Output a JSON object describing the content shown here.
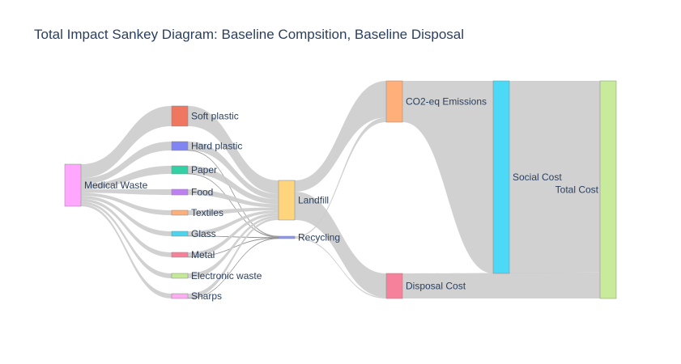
{
  "title": "Total Impact Sankey Diagram: Baseline Compsition, Baseline Disposal",
  "nodes": [
    {
      "id": "medical_waste",
      "label": "Medical Waste",
      "color": "#ffa6ff"
    },
    {
      "id": "soft_plastic",
      "label": "Soft plastic",
      "color": "#f0775f"
    },
    {
      "id": "hard_plastic",
      "label": "Hard plastic",
      "color": "#8085f2"
    },
    {
      "id": "paper",
      "label": "Paper",
      "color": "#33d0a3"
    },
    {
      "id": "food",
      "label": "Food",
      "color": "#bd80f2"
    },
    {
      "id": "textiles",
      "label": "Textiles",
      "color": "#ffb07a"
    },
    {
      "id": "glass",
      "label": "Glass",
      "color": "#4bd4ee"
    },
    {
      "id": "metal",
      "label": "Metal",
      "color": "#f5829a"
    },
    {
      "id": "electronic_waste",
      "label": "Electronic waste",
      "color": "#c4ea98"
    },
    {
      "id": "sharps",
      "label": "Sharps",
      "color": "#fdadf2"
    },
    {
      "id": "landfill",
      "label": "Landfill",
      "color": "#fed47d"
    },
    {
      "id": "recycling",
      "label": "Recycling",
      "color": "#8d96f0"
    },
    {
      "id": "co2_emissions",
      "label": "CO2-eq Emissions",
      "color": "#ffb07a"
    },
    {
      "id": "disposal_cost",
      "label": "Disposal Cost",
      "color": "#f5829a"
    },
    {
      "id": "social_cost",
      "label": "Social Cost",
      "color": "#4bd9f5"
    },
    {
      "id": "total_cost",
      "label": "Total Cost",
      "color": "#c7eb9b"
    }
  ],
  "links": [
    {
      "source": "medical_waste",
      "target": "soft_plastic",
      "value": 24
    },
    {
      "source": "medical_waste",
      "target": "hard_plastic",
      "value": 10
    },
    {
      "source": "medical_waste",
      "target": "paper",
      "value": 9
    },
    {
      "source": "medical_waste",
      "target": "food",
      "value": 6
    },
    {
      "source": "medical_waste",
      "target": "textiles",
      "value": 5
    },
    {
      "source": "medical_waste",
      "target": "glass",
      "value": 5
    },
    {
      "source": "medical_waste",
      "target": "metal",
      "value": 5
    },
    {
      "source": "medical_waste",
      "target": "electronic_waste",
      "value": 4
    },
    {
      "source": "medical_waste",
      "target": "sharps",
      "value": 4
    },
    {
      "source": "soft_plastic",
      "target": "landfill",
      "value": 24
    },
    {
      "source": "hard_plastic",
      "target": "landfill",
      "value": 9.7
    },
    {
      "source": "hard_plastic",
      "target": "recycling",
      "value": 0.3
    },
    {
      "source": "paper",
      "target": "landfill",
      "value": 8.7
    },
    {
      "source": "paper",
      "target": "recycling",
      "value": 0.3
    },
    {
      "source": "food",
      "target": "landfill",
      "value": 6
    },
    {
      "source": "textiles",
      "target": "landfill",
      "value": 5
    },
    {
      "source": "glass",
      "target": "landfill",
      "value": 4.8
    },
    {
      "source": "glass",
      "target": "recycling",
      "value": 0.2
    },
    {
      "source": "metal",
      "target": "landfill",
      "value": 4.8
    },
    {
      "source": "metal",
      "target": "recycling",
      "value": 0.2
    },
    {
      "source": "electronic_waste",
      "target": "landfill",
      "value": 4
    },
    {
      "source": "sharps",
      "target": "landfill",
      "value": 3.8
    },
    {
      "source": "sharps",
      "target": "recycling",
      "value": 0.2
    },
    {
      "source": "landfill",
      "target": "co2_emissions",
      "value": 0.4
    },
    {
      "source": "landfill",
      "target": "disposal_cost",
      "value": 1.0
    },
    {
      "source": "recycling",
      "target": "co2_emissions",
      "value": 0.05
    },
    {
      "source": "recycling",
      "target": "disposal_cost",
      "value": 0.05
    },
    {
      "source": "co2_emissions",
      "target": "social_cost",
      "value": 47
    },
    {
      "source": "social_cost",
      "target": "total_cost",
      "value": 220
    },
    {
      "source": "disposal_cost",
      "target": "total_cost",
      "value": 30
    }
  ],
  "link_color": "#cccccc"
}
